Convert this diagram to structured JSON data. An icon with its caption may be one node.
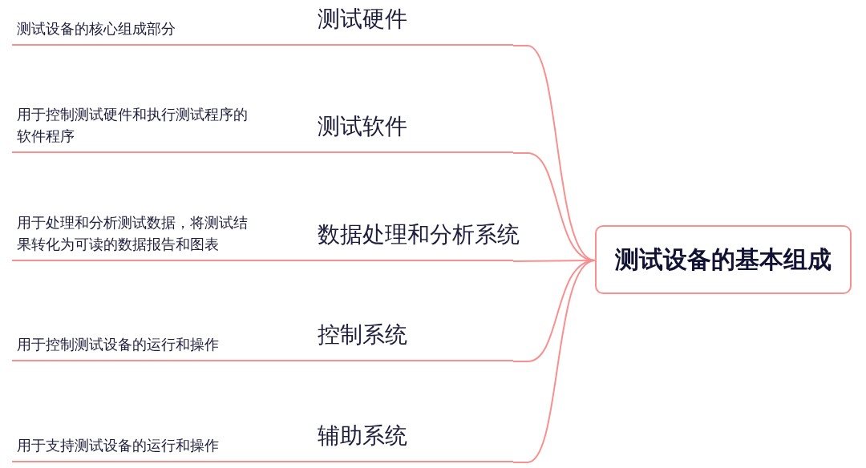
{
  "diagram": {
    "nodes": [
      {
        "text": [
          "测试设备的基本组成"
        ]
      },
      {
        "text": [
          "测试设备的核心组成部分",
          "测试硬件"
        ]
      },
      {
        "text": [
          "用于控制测试硬件和执行测试程序的软件程序",
          "测试软件"
        ]
      },
      {
        "text": [
          "用于处理和分析测试数据，将测试结果转化为可读的数据报告和图表",
          "数据处理和分析系统"
        ]
      },
      {
        "text": [
          "用于控制测试设备的运行和操作",
          "控制系统"
        ]
      },
      {
        "text": [
          "用于支持测试设备的运行和操作",
          "辅助系统"
        ]
      }
    ],
    "edges": [
      {
        "from": 0,
        "to": 1,
        "arrow": "none"
      },
      {
        "from": 0,
        "to": 2,
        "arrow": "none"
      },
      {
        "from": 0,
        "to": 3,
        "arrow": "none"
      },
      {
        "from": 0,
        "to": 4,
        "arrow": "none"
      },
      {
        "from": 0,
        "to": 5,
        "arrow": "none"
      }
    ]
  }
}
